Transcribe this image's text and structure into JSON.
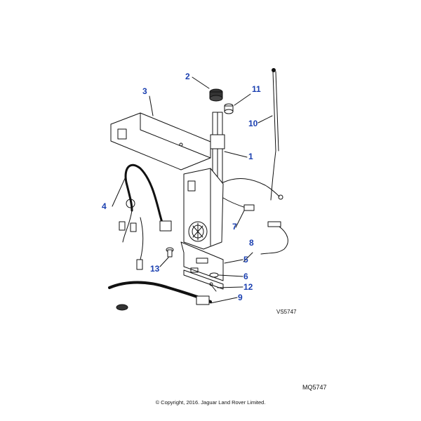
{
  "callouts": {
    "c1": "1",
    "c2": "2",
    "c3": "3",
    "c4": "4",
    "c5": "5",
    "c6": "6",
    "c7": "7",
    "c8": "8",
    "c9": "9",
    "c10": "10",
    "c11": "11",
    "c12": "12",
    "c13": "13"
  },
  "drawing_ref": "VS5747",
  "sheet_ref": "MQ5747",
  "copyright": "© Copyright, 2016. Jaguar Land Rover Limited.",
  "colors": {
    "callout": "#1a3fb0",
    "line": "#111111"
  }
}
